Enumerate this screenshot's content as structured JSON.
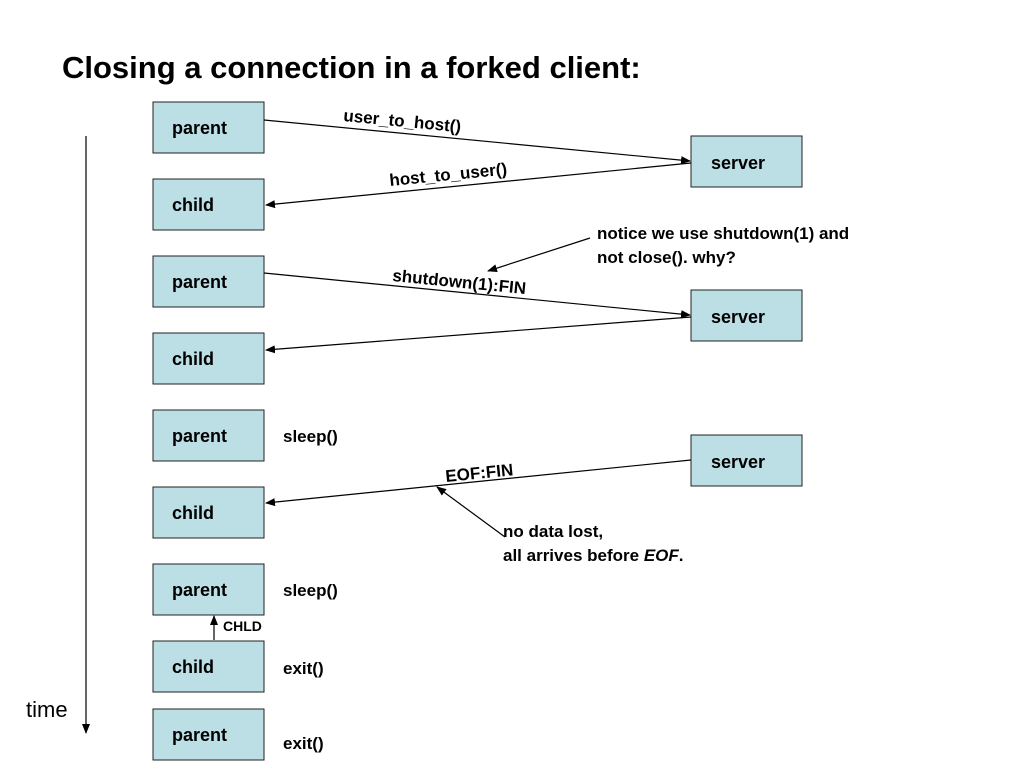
{
  "title": "Closing a connection in a forked client:",
  "colors": {
    "box_fill": "#bcdfe6",
    "box_border": "#222222",
    "text": "#000000"
  },
  "boxes": {
    "b1": "parent",
    "b2": "child",
    "b3": "parent",
    "b4": "child",
    "b5": "parent",
    "b6": "child",
    "b7": "parent",
    "b8": "child",
    "b9": "parent",
    "s1": "server",
    "s2": "server",
    "s3": "server"
  },
  "labels": {
    "user_to_host": "user_to_host()",
    "host_to_user": "host_to_user()",
    "shutdown_fin": "shutdown(1):FIN",
    "eof_fin": "EOF:FIN",
    "sleep_1": "sleep()",
    "sleep_2": "sleep()",
    "exit_1": "exit()",
    "exit_2": "exit()",
    "chld": "CHLD",
    "time": "time"
  },
  "notes": {
    "shutdown_line1": "notice we use shutdown(1) and",
    "shutdown_line2": "not close(). why?",
    "eof_line1": "no data lost,",
    "eof_line2_prefix": "all arrives before ",
    "eof_line2_em": "EOF",
    "eof_line2_suffix": "."
  }
}
